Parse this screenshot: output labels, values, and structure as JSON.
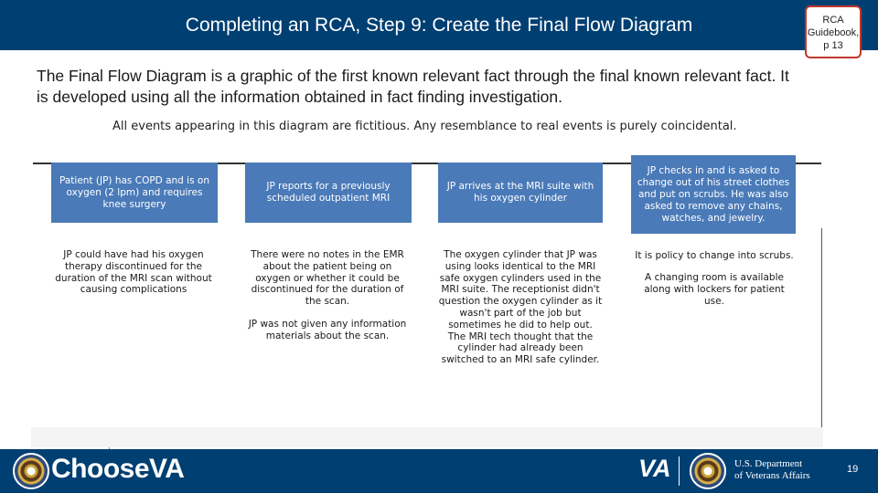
{
  "header": {
    "title": "Completing an RCA, Step 9: Create the Final Flow Diagram",
    "reference": [
      "RCA",
      "Guidebook,",
      "p 13"
    ]
  },
  "intro": "The Final Flow Diagram is a graphic of the first known relevant fact through the final known relevant fact.  It is developed using all the information obtained in fact finding investigation.",
  "diagram": {
    "disclaimer": "All events appearing in this diagram are fictitious. Any resemblance to real events is purely coincidental.",
    "events": [
      {
        "text": "Patient (JP) has COPD and is on oxygen (2 lpm) and requires knee surgery"
      },
      {
        "text": "JP reports for a previously scheduled outpatient MRI"
      },
      {
        "text": "JP arrives at the MRI suite with his oxygen cylinder"
      },
      {
        "text": "JP checks in and is asked to change out of his street clothes and put on scrubs. He was also asked to remove any chains, watches, and jewelry."
      }
    ],
    "notes": [
      {
        "text": "JP could have had his oxygen therapy discontinued for the duration of the MRI scan without causing complications"
      },
      {
        "text": "There were no notes in the EMR about the patient being on oxygen or whether it could be discontinued for the duration of the scan."
      },
      {
        "text": "JP was not given any information materials about the scan."
      },
      {
        "text": "The oxygen cylinder that JP was using looks identical to the MRI safe oxygen cylinders used in the MRI suite. The receptionist didn't question the oxygen cylinder as it wasn't part of the job but sometimes he did to help out. The MRI tech thought that the cylinder had already been switched to an MRI safe cylinder."
      },
      {
        "text": "It is policy to change into scrubs."
      },
      {
        "text": "A changing room is available along with lockers for patient use."
      }
    ]
  },
  "footer": {
    "brand": "Choose",
    "brand_mark": "VA",
    "va_logo": "VA",
    "dept_line1": "U.S. Department",
    "dept_line2": "of Veterans Affairs",
    "page_number": "19"
  },
  "colors": {
    "header_bg": "#003f72",
    "box_bg": "#4a7ab8",
    "ref_border": "#c0392b"
  }
}
